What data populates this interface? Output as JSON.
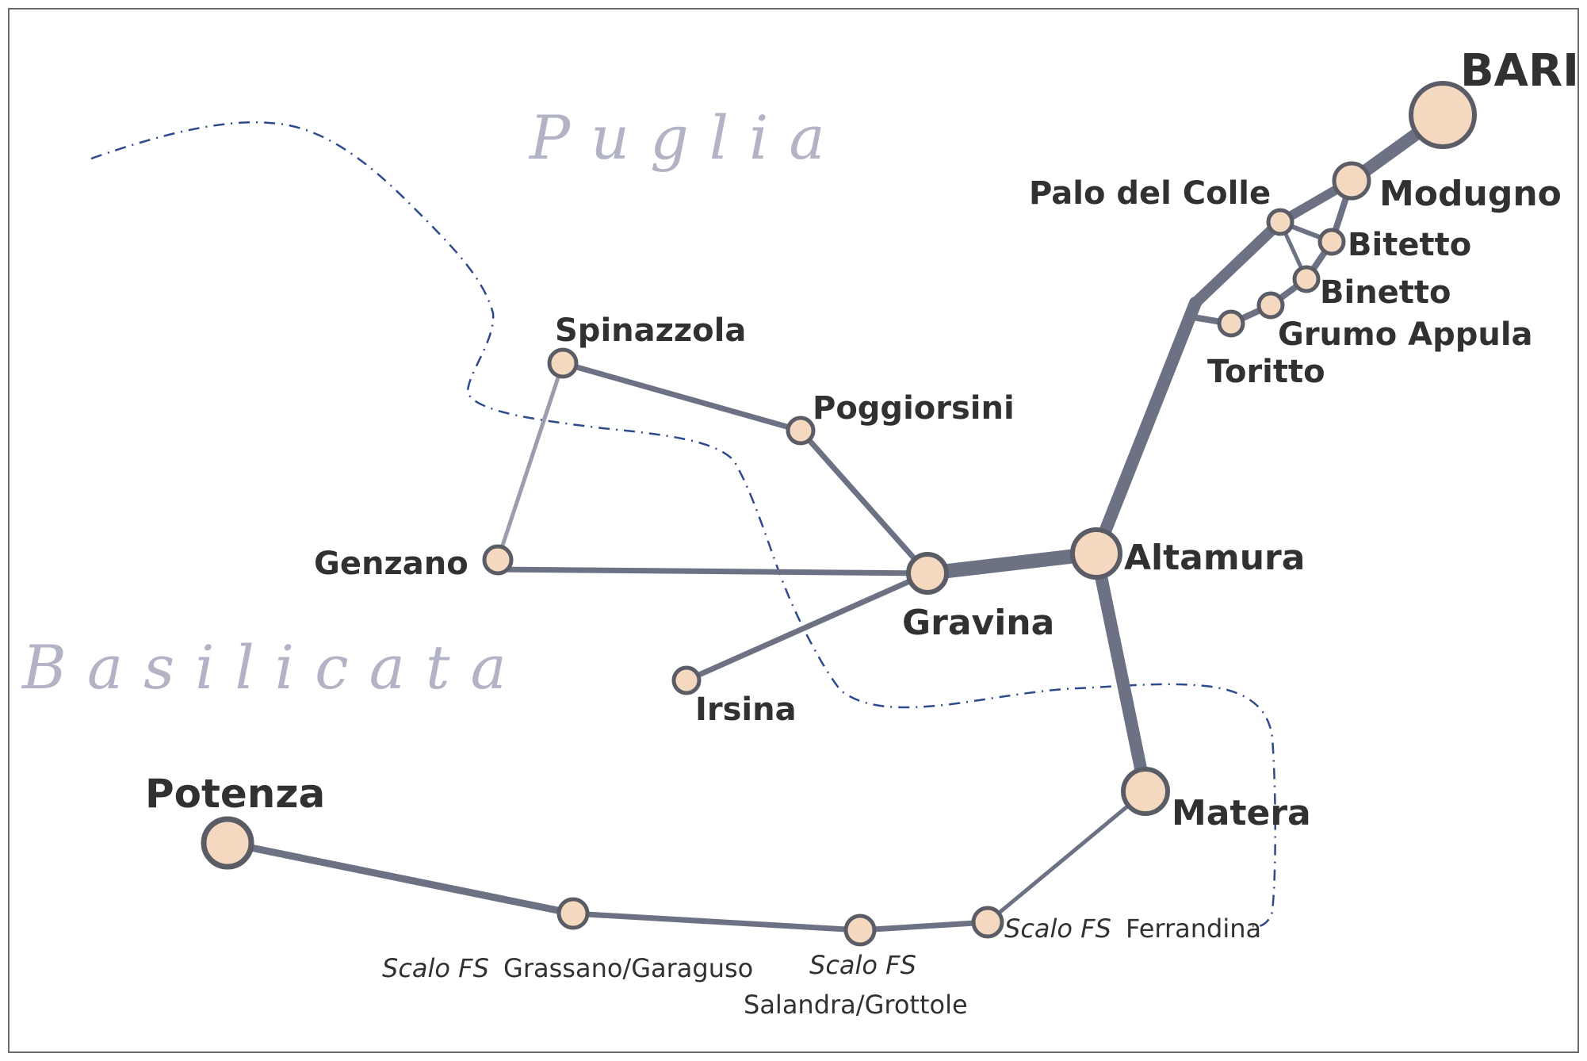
{
  "regions": {
    "north": "Puglia",
    "south": "Basilicata"
  },
  "cities": {
    "bari": "BARI",
    "potenza": "Potenza",
    "altamura": "Altamura",
    "matera": "Matera",
    "gravina": "Gravina",
    "modugno": "Modugno",
    "palo": "Palo del Colle",
    "bitetto": "Bitetto",
    "binetto": "Binetto",
    "grumo": "Grumo Appula",
    "toritto": "Toritto",
    "spinazzola": "Spinazzola",
    "poggiorsini": "Poggiorsini",
    "genzano": "Genzano",
    "irsina": "Irsina"
  },
  "stations": {
    "ferrandina_prefix": "Scalo FS",
    "ferrandina_name": "Ferrandina",
    "grassano_prefix": "Scalo FS",
    "grassano_name": "Grassano/Garaguso",
    "salandra_prefix": "Scalo FS",
    "salandra_name": "Salandra/Grottole"
  },
  "colors": {
    "line": "#6c7283",
    "node_fill": "#f4d9c0",
    "node_stroke": "#5a5d66",
    "border": "#2e4a8c",
    "region_text": "#b3b3c6"
  }
}
